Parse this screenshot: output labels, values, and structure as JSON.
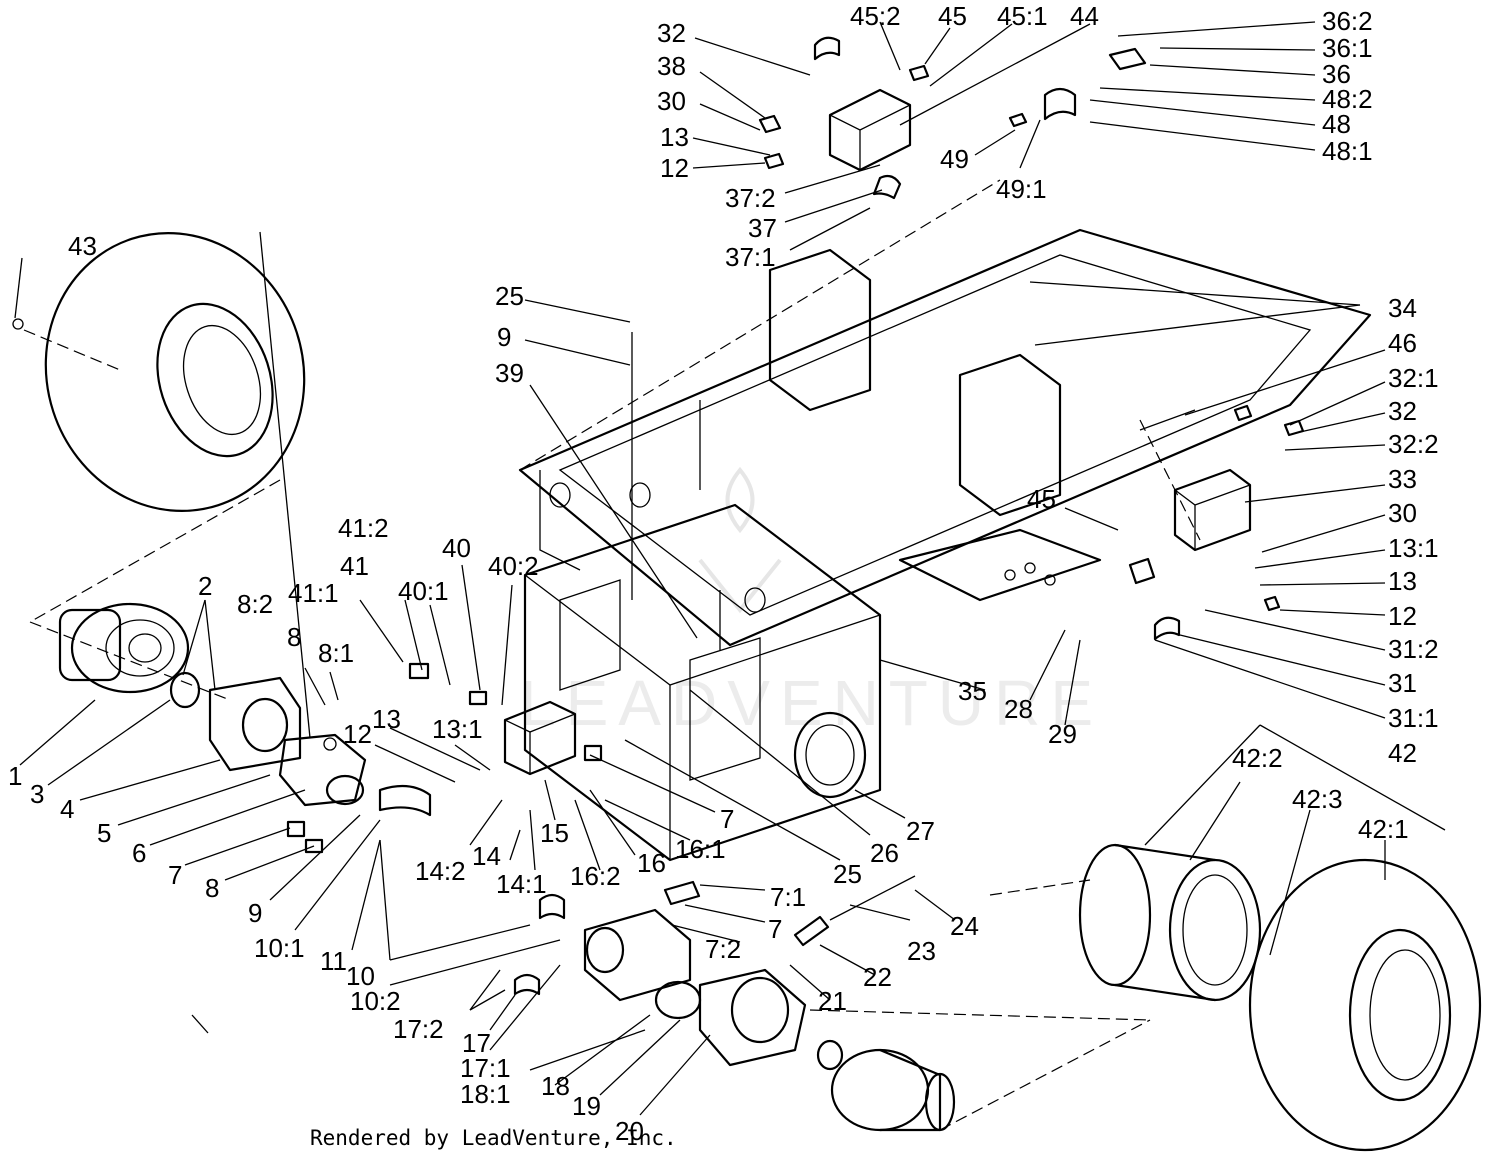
{
  "credit": "Rendered by LeadVenture, Inc.",
  "callouts": [
    "1",
    "2",
    "3",
    "4",
    "5",
    "6",
    "7",
    "7",
    "7",
    "7:1",
    "7:2",
    "8",
    "8",
    "8:1",
    "8:2",
    "9",
    "9",
    "10",
    "10:1",
    "10:2",
    "11",
    "12",
    "12",
    "12",
    "13",
    "13",
    "13",
    "13:1",
    "13:1",
    "14",
    "14:1",
    "14:2",
    "15",
    "16",
    "16:1",
    "16:2",
    "17",
    "17:1",
    "17:2",
    "18",
    "18:1",
    "19",
    "20",
    "21",
    "22",
    "23",
    "24",
    "25",
    "25",
    "26",
    "27",
    "28",
    "29",
    "30",
    "30",
    "31",
    "31:1",
    "31:2",
    "32",
    "32",
    "32:1",
    "32:2",
    "33",
    "34",
    "35",
    "36",
    "36:1",
    "36:2",
    "37",
    "37:1",
    "37:2",
    "38",
    "39",
    "40",
    "40:1",
    "40:2",
    "41",
    "41:1",
    "41:2",
    "42",
    "42:1",
    "42:2",
    "42:3",
    "43",
    "44",
    "45",
    "45",
    "45:1",
    "45:2",
    "46",
    "48",
    "48:1",
    "48:2",
    "49",
    "49:1"
  ]
}
